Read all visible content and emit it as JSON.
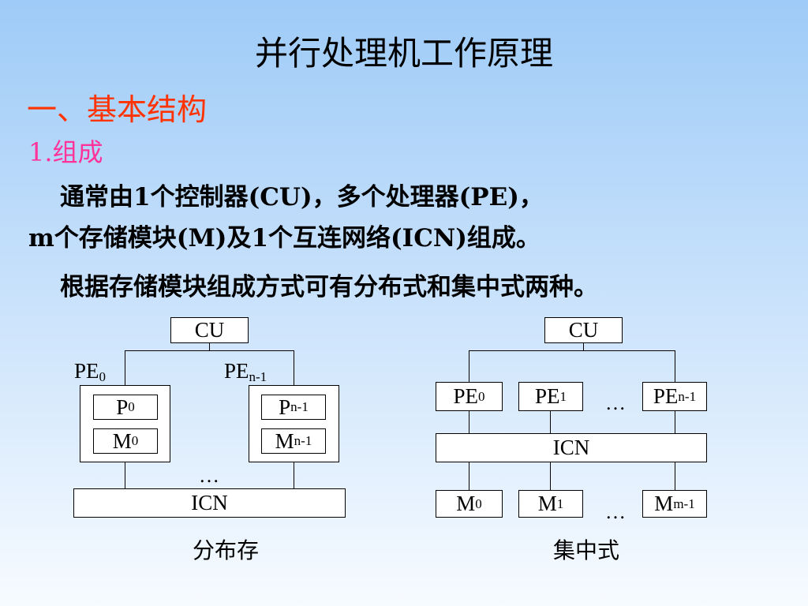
{
  "title": "并行处理机工作原理",
  "section": "一、基本结构",
  "subsection": "1.组成",
  "paragraphs": [
    "通常由1个控制器(CU)，多个处理器(PE)，",
    "m个存储模块(M)及1个互连网络(ICN)组成。",
    "根据存储模块组成方式可有分布式和集中式两种。"
  ],
  "colors": {
    "section": "#ff3300",
    "subsection": "#ff3399"
  },
  "distributed": {
    "cu": "CU",
    "pe_first": {
      "base": "PE",
      "sub": "0"
    },
    "pe_last": {
      "base": "PE",
      "sub": "n-1"
    },
    "p_first": {
      "base": "P",
      "sub": "0"
    },
    "m_first": {
      "base": "M",
      "sub": "0"
    },
    "p_last": {
      "base": "P",
      "sub": "n-1"
    },
    "m_last": {
      "base": "M",
      "sub": "n-1"
    },
    "ellipsis": "…",
    "icn": "ICN",
    "caption": "分布存"
  },
  "centralized": {
    "cu": "CU",
    "pe": [
      {
        "base": "PE",
        "sub": "0"
      },
      {
        "base": "PE",
        "sub": "1"
      },
      {
        "base": "PE",
        "sub": "n-1"
      }
    ],
    "pe_ellipsis": "…",
    "icn": "ICN",
    "m": [
      {
        "base": "M",
        "sub": "0"
      },
      {
        "base": "M",
        "sub": "1"
      },
      {
        "base": "M",
        "sub": "m-1"
      }
    ],
    "m_ellipsis": "…",
    "caption": "集中式"
  }
}
